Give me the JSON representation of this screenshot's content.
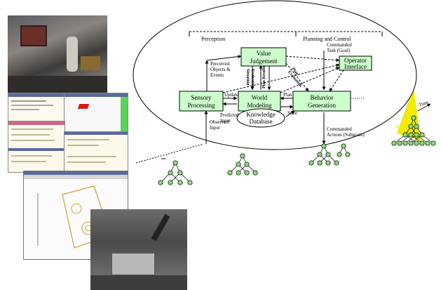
{
  "diagram": {
    "sections": {
      "perception": "Perception",
      "planning": "Planning and Control"
    },
    "boxes": {
      "value_judgement": [
        "Value",
        "Judgement"
      ],
      "operator_interface": [
        "Operator",
        "Interface"
      ],
      "sensory_processing": [
        "Sensory",
        "Processing"
      ],
      "world_modeling": [
        "World",
        "Modeling"
      ],
      "behavior_generation": [
        "Behavior",
        "Generation"
      ],
      "knowledge_database": [
        "Knowledge",
        "Database"
      ]
    },
    "labels": {
      "perceived": [
        "Perceived",
        "Objects &",
        "Events"
      ],
      "commanded_task": [
        "Commanded",
        "Task (Goal)"
      ],
      "update": "Update",
      "plan": "Plan",
      "predicted_input": [
        "Predicted",
        "Input"
      ],
      "state": "State",
      "observed_input": [
        "Observed",
        "Input"
      ],
      "commanded_actions": [
        "Commanded",
        "Actions (Subgoals)"
      ],
      "situation_evaluation": [
        "Situation",
        "Evaluation"
      ],
      "plan_results": "Plan Results",
      "plan_evaluation": [
        "Plan",
        "Evaluation"
      ],
      "time": "Time"
    },
    "colors": {
      "box_fill": "#ccffcc",
      "node_fill": "#88dd77",
      "cone": "#f2ec00"
    }
  }
}
